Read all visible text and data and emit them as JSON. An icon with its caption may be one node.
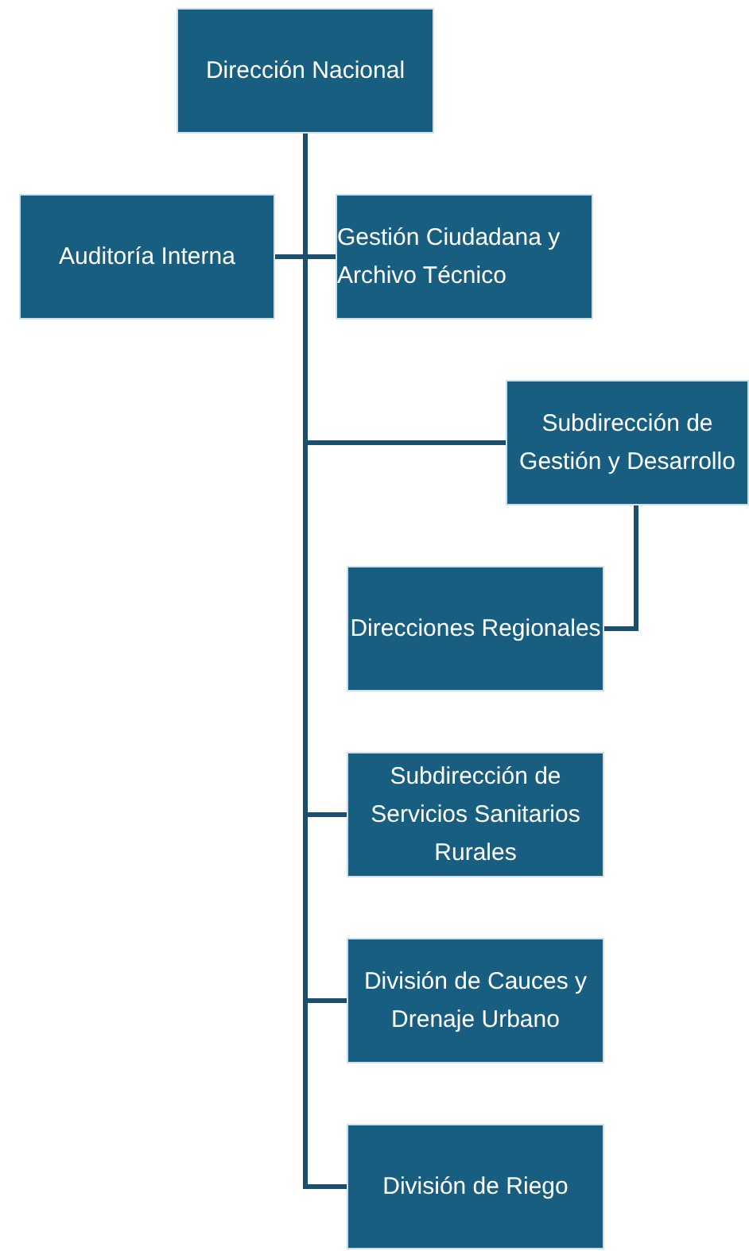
{
  "diagram": {
    "nodes": [
      {
        "text": [
          "Dirección Nacional"
        ]
      },
      {
        "text": [
          "Auditoría Interna"
        ]
      },
      {
        "text": [
          "Gestión Ciudadana y Archivo Técnico"
        ]
      },
      {
        "text": [
          "Subdirección de Gestión y Desarrollo"
        ]
      },
      {
        "text": [
          "Direcciones Regionales"
        ]
      },
      {
        "text": [
          "Subdirección de Servicios Sanitarios Rurales"
        ]
      },
      {
        "text": [
          "División de Cauces y Drenaje Urbano"
        ]
      },
      {
        "text": [
          "División de Riego"
        ]
      }
    ],
    "edges": [
      {
        "from": 0,
        "to": 1,
        "arrow": "none"
      },
      {
        "from": 0,
        "to": 2,
        "arrow": "none"
      },
      {
        "from": 0,
        "to": 3,
        "arrow": "none"
      },
      {
        "from": 3,
        "to": 4,
        "arrow": "none"
      },
      {
        "from": 0,
        "to": 5,
        "arrow": "none"
      },
      {
        "from": 0,
        "to": 6,
        "arrow": "none"
      },
      {
        "from": 0,
        "to": 7,
        "arrow": "none"
      }
    ]
  }
}
